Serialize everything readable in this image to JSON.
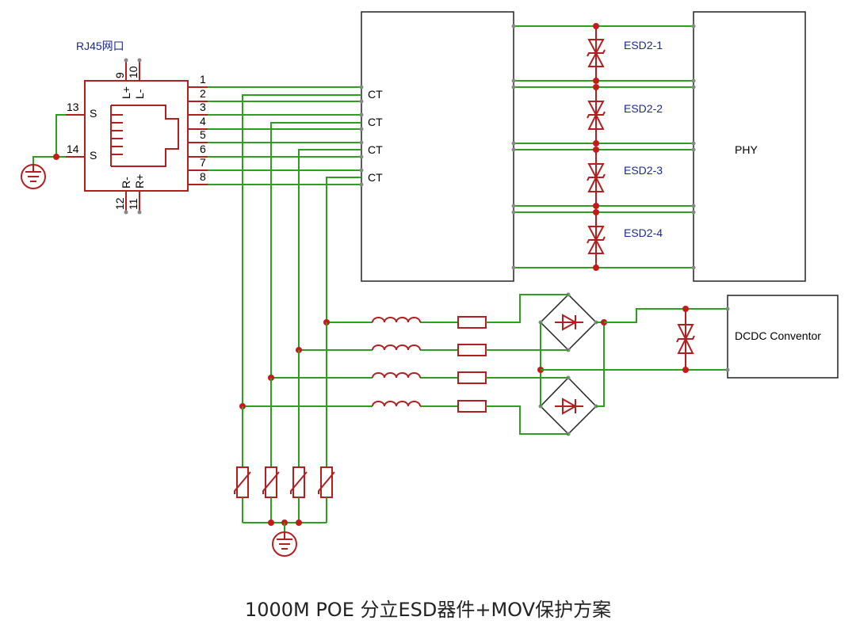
{
  "labels": {
    "connector": "RJ45网口",
    "pins_right": [
      "1",
      "2",
      "3",
      "4",
      "5",
      "6",
      "7",
      "8"
    ],
    "pin_13": "13",
    "pin_14": "14",
    "shield": "S",
    "pin_9": "9",
    "pin_10": "10",
    "pin_11": "11",
    "pin_12": "12",
    "l_plus": "L+",
    "l_minus": "L-",
    "r_minus": "R-",
    "r_plus": "R+",
    "ct": "CT",
    "esd": [
      "ESD2-1",
      "ESD2-2",
      "ESD2-3",
      "ESD2-4"
    ],
    "phy": "PHY",
    "dcdc": "DCDC Conventor"
  },
  "caption": "1000M POE 分立ESD器件+MOV保护方案",
  "colors": {
    "wire": "#2e9e1f",
    "component": "#b21f1f",
    "junction": "#c41a1a",
    "text_blue": "#1a2a8a"
  }
}
